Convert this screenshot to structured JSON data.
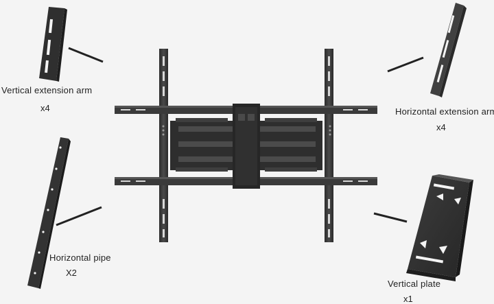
{
  "components": {
    "vertical_extension_arm": {
      "label": "Vertical extension arm",
      "quantity": "x4"
    },
    "horizontal_extension_arm": {
      "label": "Horizontal extension arm",
      "quantity": "x4"
    },
    "horizontal_pipe": {
      "label": "Horizontal pipe",
      "quantity": "X2"
    },
    "vertical_plate": {
      "label": "Vertical plate",
      "quantity": "x1"
    }
  },
  "colors": {
    "metal": "#3a3a3a",
    "metal_light": "#5a5a5a",
    "slot": "#f4f4f4",
    "background": "#f4f4f4"
  }
}
